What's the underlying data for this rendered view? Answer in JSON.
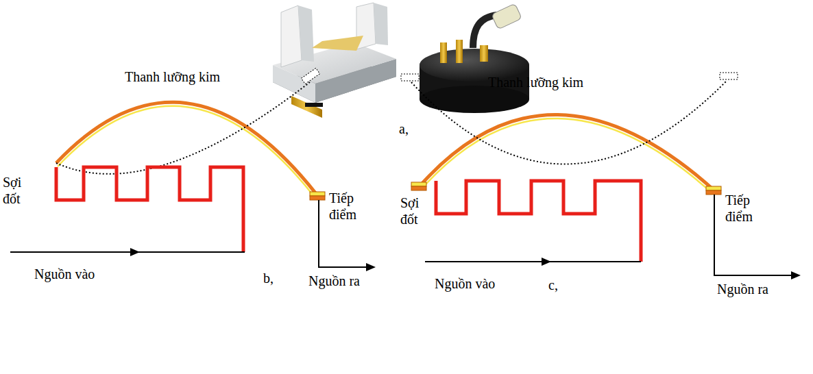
{
  "diagram": {
    "labels": [
      "a,",
      "Thanh lưỡng kim",
      "Sợi đốt",
      "Tiếp điểm",
      "Nguồn vào",
      "b,",
      "Nguồn ra",
      "Thanh lưỡng kim",
      "Sợi đốt",
      "Tiếp điểm",
      "Nguồn vào",
      "c,",
      "Nguồn ra"
    ]
  }
}
